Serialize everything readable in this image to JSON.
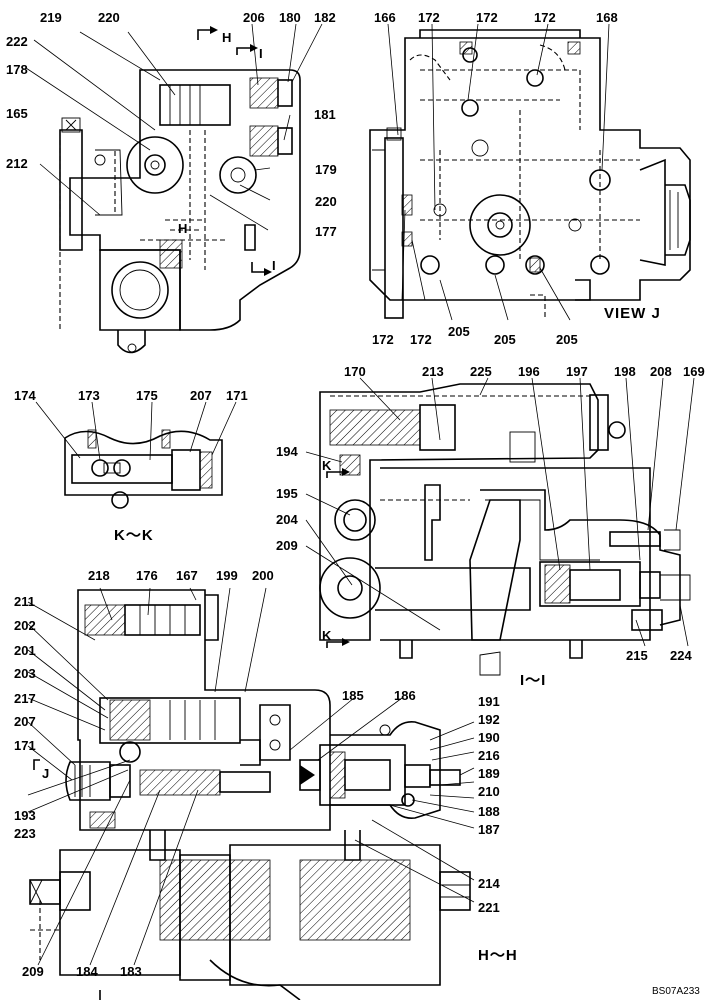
{
  "figure_code": "BS07A233",
  "view_titles": {
    "view_j": "VIEW J",
    "k_k": "K～K",
    "i_i": "I～I",
    "h_h": "H～H"
  },
  "section_markers": {
    "h_top": "H",
    "i_top": "I",
    "h_mid": "H",
    "i_mid": "I",
    "k_upper": "K",
    "k_lower": "K",
    "j": "J"
  },
  "callouts": {
    "top_left_view": [
      "219",
      "220",
      "206",
      "180",
      "182",
      "222",
      "178",
      "165",
      "181",
      "212",
      "179",
      "220",
      "177"
    ],
    "view_j": [
      "166",
      "172",
      "172",
      "172",
      "168",
      "172",
      "172",
      "205",
      "205",
      "205"
    ],
    "k_k": [
      "174",
      "173",
      "175",
      "207",
      "171"
    ],
    "i_i": [
      "170",
      "213",
      "225",
      "196",
      "197",
      "198",
      "208",
      "169",
      "194",
      "195",
      "204",
      "209",
      "215",
      "224"
    ],
    "h_h": [
      "218",
      "176",
      "167",
      "199",
      "200",
      "211",
      "202",
      "201",
      "203",
      "217",
      "207",
      "171",
      "185",
      "186",
      "191",
      "192",
      "190",
      "216",
      "189",
      "210",
      "188",
      "187",
      "193",
      "223",
      "214",
      "221",
      "209",
      "184",
      "183"
    ]
  }
}
